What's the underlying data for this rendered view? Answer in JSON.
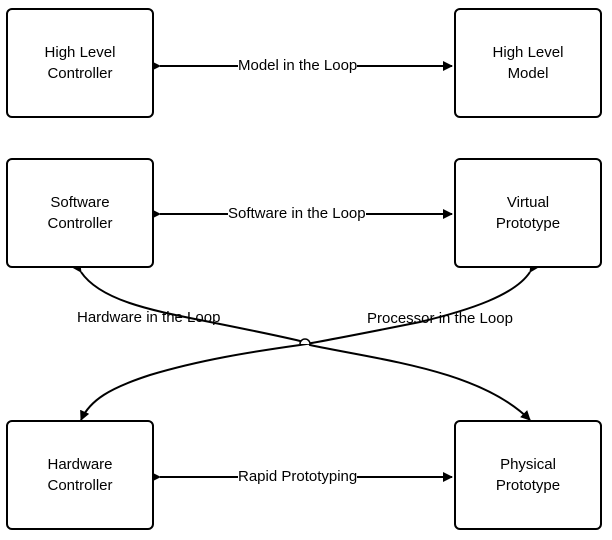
{
  "nodes": {
    "high_level_controller": "High Level Controller",
    "high_level_model": "High Level Model",
    "software_controller": "Software Controller",
    "virtual_prototype": "Virtual Prototype",
    "hardware_controller": "Hardware Controller",
    "physical_prototype": "Physical Prototype"
  },
  "nodes_lines": {
    "high_level_controller": [
      "High Level",
      "Controller"
    ],
    "high_level_model": [
      "High Level",
      "Model"
    ],
    "software_controller": [
      "Software",
      "Controller"
    ],
    "virtual_prototype": [
      "Virtual",
      "Prototype"
    ],
    "hardware_controller": [
      "Hardware",
      "Controller"
    ],
    "physical_prototype": [
      "Physical",
      "Prototype"
    ]
  },
  "edges": {
    "model_in_the_loop": "Model in the Loop",
    "software_in_the_loop": "Software in the Loop",
    "rapid_prototyping": "Rapid Prototyping",
    "hardware_in_the_loop": "Hardware in the Loop",
    "processor_in_the_loop": "Processor in the Loop"
  }
}
